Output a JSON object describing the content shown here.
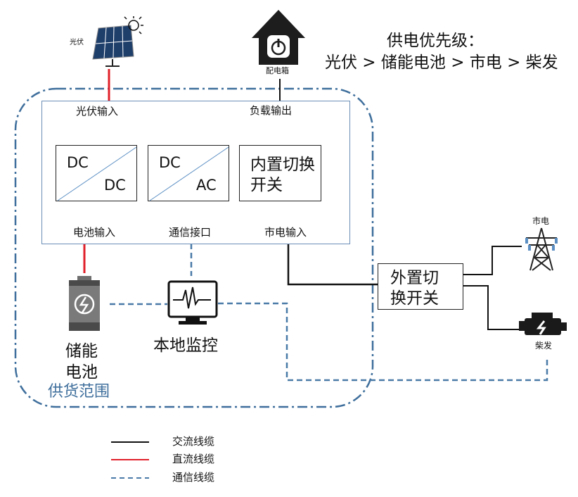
{
  "priority": {
    "title": "供电优先级：",
    "order": "光伏 > 储能电池 > 市电 > 柴发"
  },
  "nodes": {
    "pv": "光伏",
    "dist_box": "配电箱",
    "grid": "市电",
    "diesel": "柴发",
    "battery": "储能\n电池",
    "monitor": "本地监控",
    "ext_switch": "外置切\n换开关"
  },
  "inverter": {
    "pv_input": "光伏输入",
    "load_output": "负载输出",
    "battery_input": "电池输入",
    "comm_port": "通信接口",
    "grid_input": "市电输入",
    "dcdc_top": "DC",
    "dcdc_bottom": "DC",
    "dcac_top": "DC",
    "dcac_bottom": "AC",
    "int_switch": "内置切换\n开关"
  },
  "scope_label": "供货范围",
  "legend": {
    "ac": "交流线缆",
    "dc": "直流线缆",
    "comm": "通信线缆"
  },
  "colors": {
    "ac": "#111111",
    "dc": "#e0202a",
    "comm": "#4a7aa8",
    "scope": "#3f6f9c",
    "inverter_border": "#6a8db5",
    "converter_diag": "#5b8fc4"
  },
  "icons": [
    "solar-panel-icon",
    "distribution-box-icon",
    "transmission-tower-icon",
    "diesel-engine-icon",
    "battery-icon",
    "monitor-icon"
  ]
}
